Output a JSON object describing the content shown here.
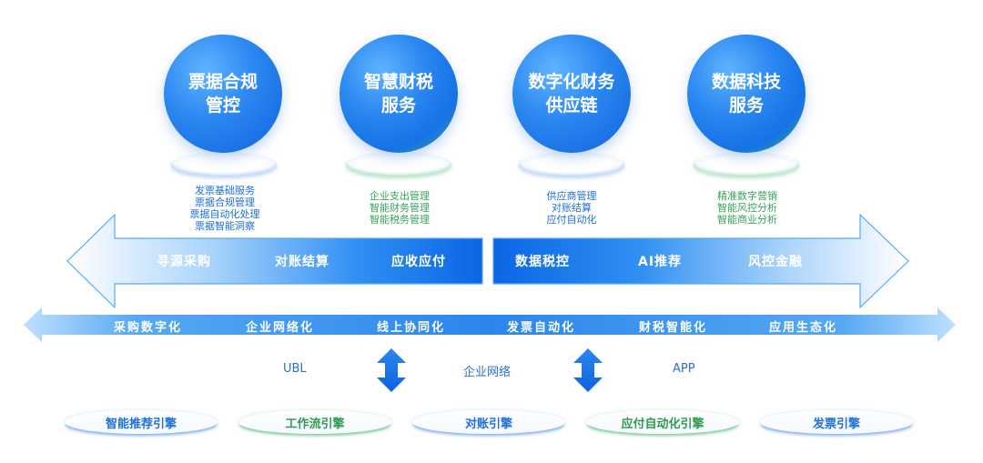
{
  "top_services": [
    {
      "title": "票据合规\n管控",
      "items": [
        "发票基础服务",
        "票据合规管理",
        "票据自动化处理",
        "票据智能洞察"
      ],
      "color": "blue"
    },
    {
      "title": "智慧财税\n服务",
      "items": [
        "企业支出管理",
        "智能财务管理",
        "智能税务管理"
      ],
      "color": "green"
    },
    {
      "title": "数字化财务\n供应链",
      "items": [
        "供应商管理",
        "对账结算",
        "应付自动化"
      ],
      "color": "blue"
    },
    {
      "title": "数据科技\n服务",
      "items": [
        "精准数字营销",
        "智能风控分析",
        "智能商业分析"
      ],
      "color": "green"
    }
  ],
  "left_arrow": [
    "寻源采购",
    "对账结算",
    "应收应付"
  ],
  "right_arrow": [
    "数据税控",
    "AI推荐",
    "风控金融"
  ],
  "bottom_arrow": [
    "采购数字化",
    "企业网络化",
    "线上协同化",
    "发票自动化",
    "财税智能化",
    "应用生态化"
  ],
  "middle_labels": {
    "left": "UBL",
    "center": "企业网络",
    "right": "APP"
  },
  "engines": [
    {
      "label": "智能推荐引擎",
      "color": "blue"
    },
    {
      "label": "工作流引擎",
      "color": "green"
    },
    {
      "label": "对账引擎",
      "color": "blue"
    },
    {
      "label": "应付自动化引擎",
      "color": "green"
    },
    {
      "label": "发票引擎",
      "color": "blue"
    }
  ],
  "colors": {
    "primary_blue": "#1e7ff0",
    "accent_green": "#3aa85c",
    "text_blue": "#1d6fd9"
  }
}
